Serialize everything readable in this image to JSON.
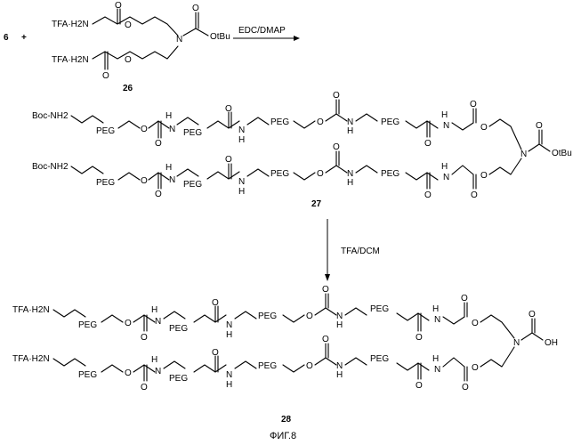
{
  "scheme": {
    "step1": {
      "reactant_number": "6",
      "plus": "+",
      "reagent_top_amine": "TFA·H2N",
      "reagent_bottom_amine": "TFA·H2N",
      "reagent_ester": "OtBu",
      "reagent_number": "26",
      "conditions": "EDC/DMAP"
    },
    "intermediate": {
      "boc_top": "Boc-NH2",
      "boc_bottom": "Boc-NH2",
      "ester": "OtBu",
      "number": "27"
    },
    "step2": {
      "conditions": "TFA/DCM"
    },
    "product": {
      "amine_top": "TFA·H2N",
      "amine_bottom": "TFA·H2N",
      "acid": "OH",
      "number": "28"
    },
    "atoms": {
      "oxygen": "O",
      "nitrogen": "N",
      "nh": "H",
      "peg": "PEG",
      "n_tertiary": "N"
    }
  },
  "caption": "ФИГ.8"
}
